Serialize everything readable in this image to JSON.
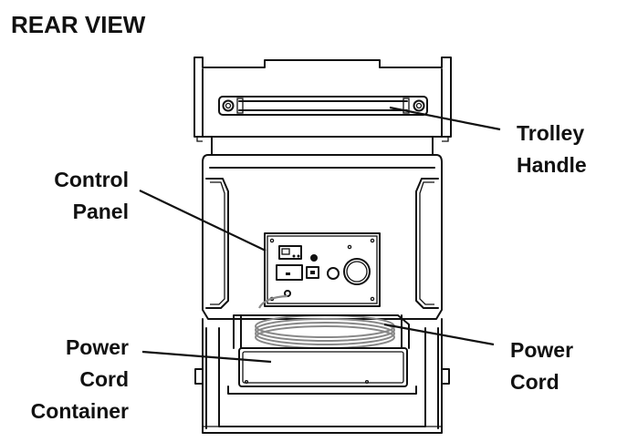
{
  "title": "REAR VIEW",
  "labels": {
    "trolley_handle": [
      "Trolley",
      "Handle"
    ],
    "control_panel": [
      "Control",
      "Panel"
    ],
    "power_cord_container": [
      "Power",
      "Cord",
      "Container"
    ],
    "power_cord": [
      "Power",
      "Cord"
    ]
  },
  "colors": {
    "ink": "#111111",
    "background": "#ffffff",
    "cord": "#888888"
  }
}
